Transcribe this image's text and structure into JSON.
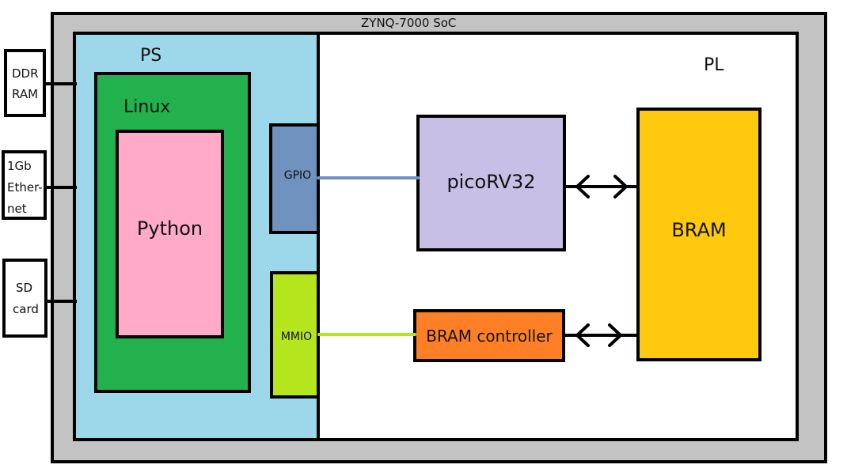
{
  "diagram": {
    "soc": {
      "label": "ZYNQ-7000 SoC",
      "color": "#c3c3c3"
    },
    "ps": {
      "label": "PS",
      "color": "#9dd8ea"
    },
    "pl": {
      "label": "PL",
      "color": "#ffffff"
    },
    "linux": {
      "label": "Linux",
      "color": "#22b14c"
    },
    "python": {
      "label": "Python",
      "color": "#ffaac9"
    },
    "gpio": {
      "label": "GPIO",
      "color": "#7092be"
    },
    "mmio": {
      "label": "MMIO",
      "color": "#b5e61d"
    },
    "picorv32": {
      "label": "picoRV32",
      "color": "#c8bfe7"
    },
    "bram_controller": {
      "label": "BRAM controller",
      "color": "#ff7f27"
    },
    "bram": {
      "label": "BRAM",
      "color": "#ffc90e"
    },
    "peripherals": [
      {
        "id": "ddr",
        "lines": [
          "DDR",
          "RAM"
        ]
      },
      {
        "id": "ethernet",
        "lines": [
          "1Gb",
          "Ether-",
          "net"
        ]
      },
      {
        "id": "sd",
        "lines": [
          "SD",
          "card"
        ]
      }
    ],
    "connections": [
      {
        "from": "gpio",
        "to": "picorv32",
        "type": "line",
        "color": "#7092be"
      },
      {
        "from": "mmio",
        "to": "bram_controller",
        "type": "line",
        "color": "#b5e61d"
      },
      {
        "from": "picorv32",
        "to": "bram",
        "type": "bidirectional-arrow",
        "color": "#000000"
      },
      {
        "from": "bram_controller",
        "to": "bram",
        "type": "bidirectional-arrow",
        "color": "#000000"
      }
    ]
  }
}
